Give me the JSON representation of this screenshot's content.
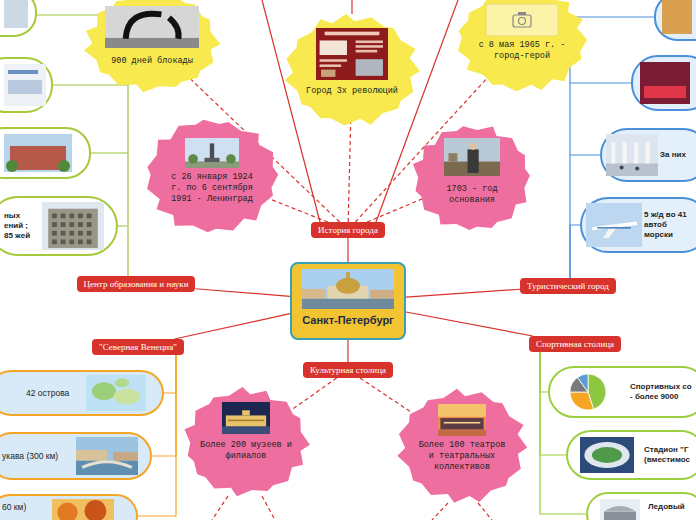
{
  "diagram": {
    "nodes": [
      {
        "text": [
          "Санкт-Петербург"
        ]
      },
      {
        "text": [
          "История города"
        ]
      },
      {
        "text": [
          "Центр образования и науки"
        ]
      },
      {
        "text": [
          "Туристический город"
        ]
      },
      {
        "text": [
          "\"Северная Венеция\""
        ]
      },
      {
        "text": [
          "Спортивная столица"
        ]
      },
      {
        "text": [
          "Культурная столица"
        ]
      },
      {
        "text": [
          "900 дней блокады"
        ]
      },
      {
        "text": [
          "Город 3х революций"
        ]
      },
      {
        "text": [
          "с 8 мая 1965 г. - город-герой"
        ]
      },
      {
        "text": [
          "с 26 января 1924 г. по 6 сентября 1991 - Ленинград"
        ]
      },
      {
        "text": [
          "1703 - год основания"
        ]
      },
      {
        "text": [
          "ных ений ; 85 жей"
        ]
      },
      {
        "text": [
          "За них"
        ]
      },
      {
        "text": [
          "5 ж/д во 41 автоб морски"
        ]
      },
      {
        "text": [
          "42 острова"
        ]
      },
      {
        "text": [
          "укава (300 км)"
        ]
      },
      {
        "text": [
          "60 км)"
        ]
      },
      {
        "text": [
          "Спортивных со - более 9000"
        ]
      },
      {
        "text": [
          "Стадион \"Г (вместимос"
        ]
      },
      {
        "text": [
          "Ледовый"
        ]
      },
      {
        "text": [
          "Более 200 музеев и филиалов"
        ]
      },
      {
        "text": [
          "Более 100 театров и театральных коллективов"
        ]
      }
    ],
    "edges": [
      {
        "from": 0,
        "to": 1,
        "arrow": "none"
      },
      {
        "from": 0,
        "to": 2,
        "arrow": "none"
      },
      {
        "from": 0,
        "to": 3,
        "arrow": "none"
      },
      {
        "from": 0,
        "to": 4,
        "arrow": "none"
      },
      {
        "from": 0,
        "to": 5,
        "arrow": "none"
      },
      {
        "from": 0,
        "to": 6,
        "arrow": "none"
      },
      {
        "from": 1,
        "to": 7,
        "arrow": "none"
      },
      {
        "from": 1,
        "to": 8,
        "arrow": "none"
      },
      {
        "from": 1,
        "to": 9,
        "arrow": "none"
      },
      {
        "from": 1,
        "to": 10,
        "arrow": "none"
      },
      {
        "from": 1,
        "to": 11,
        "arrow": "none"
      },
      {
        "from": 2,
        "to": 12,
        "arrow": "none"
      },
      {
        "from": 3,
        "to": 13,
        "arrow": "none"
      },
      {
        "from": 3,
        "to": 14,
        "arrow": "none"
      },
      {
        "from": 4,
        "to": 15,
        "arrow": "none"
      },
      {
        "from": 4,
        "to": 16,
        "arrow": "none"
      },
      {
        "from": 4,
        "to": 17,
        "arrow": "none"
      },
      {
        "from": 5,
        "to": 18,
        "arrow": "none"
      },
      {
        "from": 5,
        "to": 19,
        "arrow": "none"
      },
      {
        "from": 5,
        "to": 20,
        "arrow": "none"
      },
      {
        "from": 6,
        "to": 21,
        "arrow": "none"
      },
      {
        "from": 6,
        "to": 22,
        "arrow": "none"
      }
    ]
  }
}
